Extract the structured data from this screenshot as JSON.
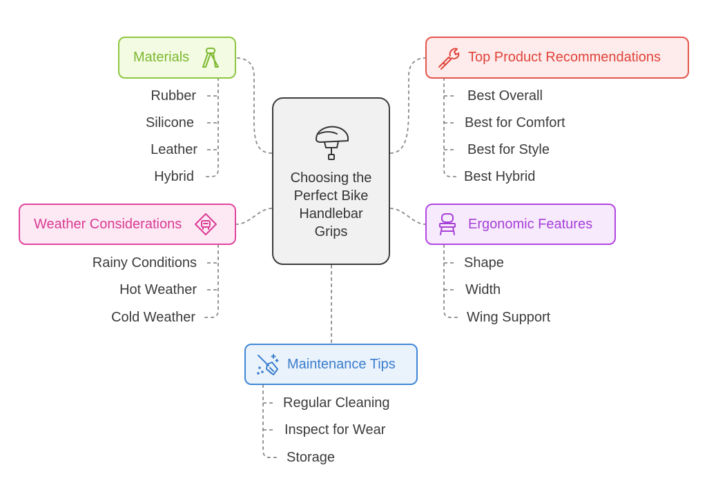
{
  "center": {
    "title": "Choosing the Perfect Bike Handlebar Grips",
    "icon": "bike-helmet-icon"
  },
  "branches": {
    "materials": {
      "label": "Materials",
      "icon": "hand-grip-icon",
      "color": "#8dc63f",
      "fill": "#f3fbe3",
      "items": [
        "Rubber",
        "Silicone",
        "Leather",
        "Hybrid"
      ]
    },
    "top_products": {
      "label": "Top Product Recommendations",
      "icon": "wrench-icon",
      "color": "#e5534b",
      "fill": "#fdeceb",
      "items": [
        "Best Overall",
        "Best for Comfort",
        "Best for Style",
        "Best Hybrid"
      ]
    },
    "weather": {
      "label": "Weather Considerations",
      "icon": "warning-sign-icon",
      "color": "#e0459d",
      "fill": "#fde9f4",
      "items": [
        "Rainy Conditions",
        "Hot Weather",
        "Cold Weather"
      ]
    },
    "ergonomic": {
      "label": "Ergonomic Features",
      "icon": "chair-icon",
      "color": "#b146e0",
      "fill": "#f7eafd",
      "items": [
        "Shape",
        "Width",
        "Wing Support"
      ]
    },
    "maintenance": {
      "label": "Maintenance Tips",
      "icon": "broom-icon",
      "color": "#3f86d6",
      "fill": "#eaf2fc",
      "items": [
        "Regular Cleaning",
        "Inspect for Wear",
        "Storage"
      ]
    }
  }
}
